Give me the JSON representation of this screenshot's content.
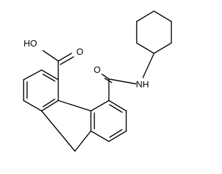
{
  "molecule": {
    "atoms": {
      "hydroxyl": "HO",
      "acid_carbonyl_oxygen": "O",
      "amide_carbonyl_oxygen": "O",
      "amide_nitrogen": "NH"
    }
  },
  "colors": {
    "background": "#ffffff",
    "bond": "#000000",
    "text": "#000000"
  }
}
